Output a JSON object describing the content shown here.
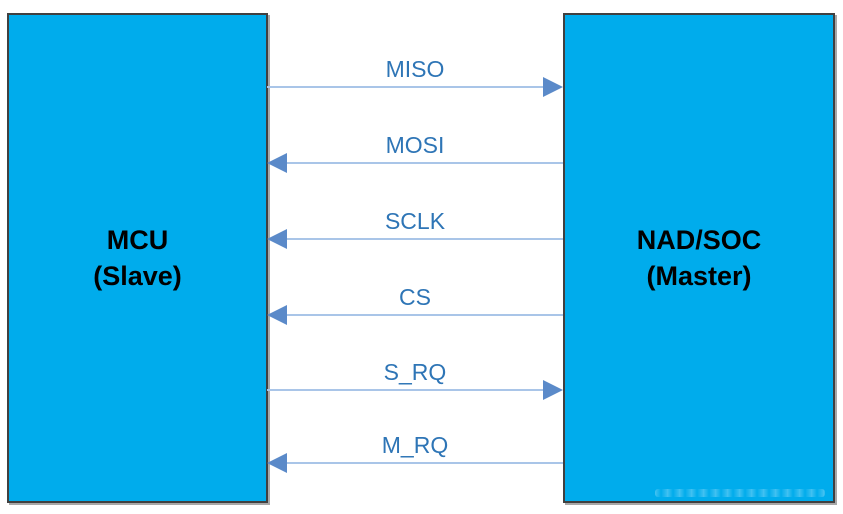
{
  "diagram": {
    "left_block": {
      "title": "MCU",
      "subtitle": "(Slave)"
    },
    "right_block": {
      "title": "NAD/SOC",
      "subtitle": "(Master)"
    },
    "signals": [
      {
        "label": "MISO",
        "direction": "to-master"
      },
      {
        "label": "MOSI",
        "direction": "to-slave"
      },
      {
        "label": "SCLK",
        "direction": "to-slave"
      },
      {
        "label": "CS",
        "direction": "to-slave"
      },
      {
        "label": "S_RQ",
        "direction": "to-master"
      },
      {
        "label": "M_RQ",
        "direction": "to-slave"
      }
    ],
    "colors": {
      "block_fill": "#00ACEC",
      "block_border": "#404040",
      "block_text": "#000000",
      "arrow_line": "#A9C5E8",
      "arrow_head": "#5B8AC9",
      "signal_label_text": "#2E75B6",
      "background": "#FFFFFF"
    }
  }
}
